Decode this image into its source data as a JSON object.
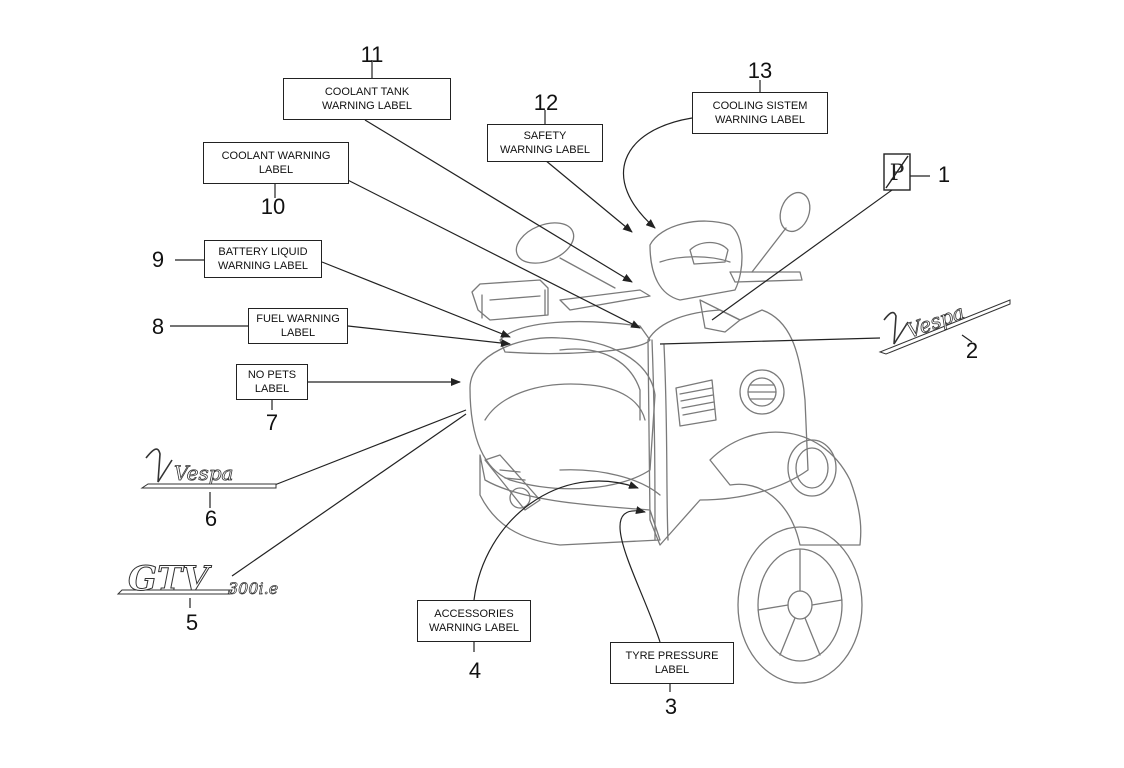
{
  "callouts": [
    {
      "num": "1",
      "lines": []
    },
    {
      "num": "2",
      "lines": []
    },
    {
      "num": "3",
      "lines": [
        "TYRE PRESSURE",
        "LABEL"
      ]
    },
    {
      "num": "4",
      "lines": [
        "ACCESSORIES",
        "WARNING LABEL"
      ]
    },
    {
      "num": "5",
      "lines": []
    },
    {
      "num": "6",
      "lines": []
    },
    {
      "num": "7",
      "lines": [
        "NO PETS",
        "LABEL"
      ]
    },
    {
      "num": "8",
      "lines": [
        "FUEL WARNING",
        "LABEL"
      ]
    },
    {
      "num": "9",
      "lines": [
        "BATTERY LIQUID",
        "WARNING LABEL"
      ]
    },
    {
      "num": "10",
      "lines": [
        "COOLANT WARNING",
        "LABEL"
      ]
    },
    {
      "num": "11",
      "lines": [
        "COOLANT TANK",
        "WARNING LABEL"
      ]
    },
    {
      "num": "12",
      "lines": [
        "SAFETY",
        "WARNING LABEL"
      ]
    },
    {
      "num": "13",
      "lines": [
        "COOLING SISTEM",
        "WARNING LABEL"
      ]
    }
  ],
  "emblems": {
    "parking_symbol": "P",
    "vespa_logo": "Vespa",
    "gtv_logo": "GTV",
    "gtv_suffix": "300i.e"
  },
  "colors": {
    "line": "#222222",
    "sketch": "#7a7a7a"
  }
}
